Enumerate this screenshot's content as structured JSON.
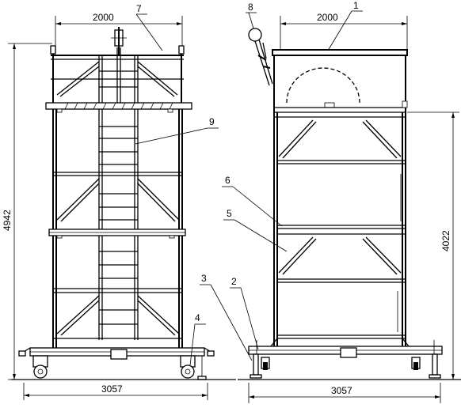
{
  "left_view": {
    "width_dim": "2000",
    "height_dim": "4942",
    "base_dim": "3057"
  },
  "right_view": {
    "width_dim": "2000",
    "height_dim": "4022",
    "base_dim": "3057"
  },
  "callouts": [
    "1",
    "2",
    "3",
    "4",
    "5",
    "6",
    "7",
    "8",
    "9"
  ]
}
